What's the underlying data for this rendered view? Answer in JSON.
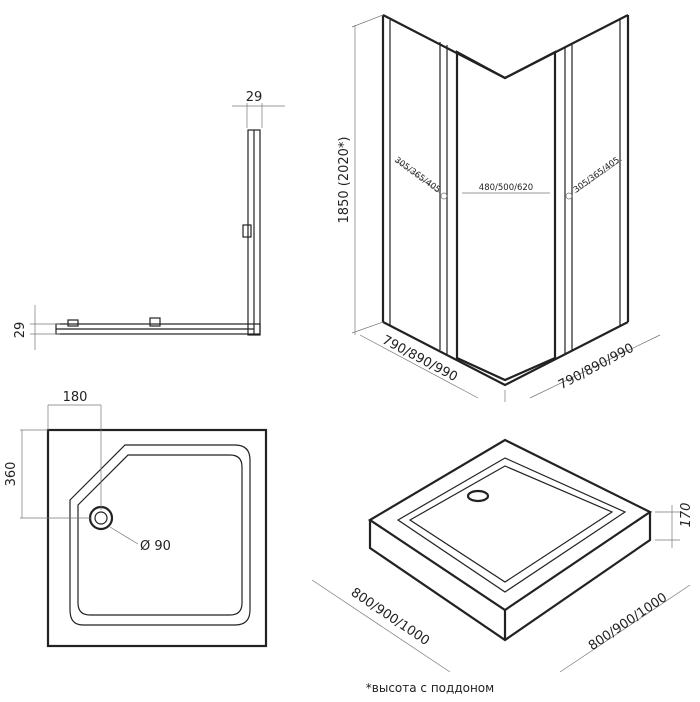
{
  "profile": {
    "dim_top": "29",
    "dim_left": "29"
  },
  "enclosure": {
    "height": "1850 (2020*)",
    "side_left_opening": "305/365/405",
    "side_right_opening": "305/365/405",
    "center_opening": "480/500/620",
    "width_left": "790/890/990",
    "width_right": "790/890/990"
  },
  "tray_plan": {
    "dim_x": "180",
    "dim_y": "360",
    "drain": "Ø 90"
  },
  "tray_iso": {
    "height": "170",
    "width_left": "800/900/1000",
    "width_right": "800/900/1000"
  },
  "footnote": "*высота с поддоном"
}
